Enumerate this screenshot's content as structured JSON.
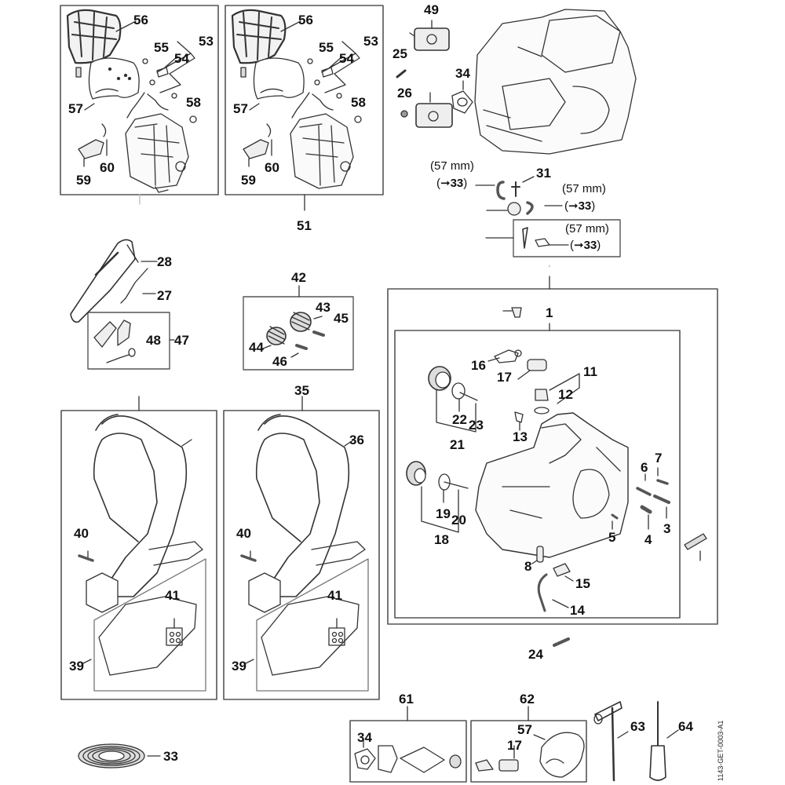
{
  "diagram": {
    "type": "exploded-parts-diagram",
    "reference_code": "1143-GET-0003-A1",
    "groups": [
      {
        "id": "air-filter-set-a",
        "labels": [
          "56",
          "55",
          "53",
          "54",
          "57",
          "58",
          "60",
          "59"
        ]
      },
      {
        "id": "air-filter-set-b",
        "group_label": "51",
        "labels": [
          "56",
          "55",
          "53",
          "54",
          "57",
          "58",
          "60",
          "59"
        ]
      },
      {
        "id": "carburetor",
        "labels": [
          "49",
          "25",
          "26",
          "34"
        ]
      },
      {
        "id": "fuel-lines",
        "labels": [
          "31"
        ]
      },
      {
        "id": "handle-cover",
        "labels": [
          "28",
          "27"
        ]
      },
      {
        "id": "lever-set",
        "group_label": "47",
        "labels": [
          "48"
        ]
      },
      {
        "id": "av-springs",
        "group_label": "42",
        "labels": [
          "43",
          "44",
          "45",
          "46"
        ]
      },
      {
        "id": "handlebar-a",
        "labels": [
          "40",
          "41",
          "39"
        ]
      },
      {
        "id": "handlebar-b",
        "group_label": "35",
        "labels": [
          "36",
          "40",
          "41",
          "39"
        ]
      },
      {
        "id": "crankcase",
        "group_label": "1",
        "labels": [
          "16",
          "17",
          "11",
          "12",
          "22",
          "23",
          "21",
          "13",
          "19",
          "20",
          "18",
          "6",
          "7",
          "3",
          "4",
          "5",
          "8",
          "15",
          "14"
        ]
      },
      {
        "id": "gasket-set",
        "group_label": "61",
        "labels": [
          "34"
        ]
      },
      {
        "id": "service-kit",
        "group_label": "62",
        "labels": [
          "57",
          "17"
        ]
      },
      {
        "id": "tools",
        "labels": [
          "63",
          "64"
        ]
      },
      {
        "id": "misc",
        "labels": [
          "24",
          "33"
        ]
      }
    ]
  },
  "labels": {
    "p56a": "56",
    "p55a": "55",
    "p53a": "53",
    "p54a": "54",
    "p57a": "57",
    "p58a": "58",
    "p60a": "60",
    "p59a": "59",
    "p56b": "56",
    "p55b": "55",
    "p53b": "53",
    "p54b": "54",
    "p57b": "57",
    "p58b": "58",
    "p60b": "60",
    "p59b": "59",
    "p51": "51",
    "p49": "49",
    "p25": "25",
    "p26": "26",
    "p34": "34",
    "p31": "31",
    "p28": "28",
    "p27": "27",
    "p48": "48",
    "p47": "47",
    "p42": "42",
    "p43": "43",
    "p44": "44",
    "p45": "45",
    "p46": "46",
    "p35": "35",
    "p36": "36",
    "p40a": "40",
    "p41a": "41",
    "p39a": "39",
    "p40b": "40",
    "p41b": "41",
    "p39b": "39",
    "p1": "1",
    "p16": "16",
    "p17": "17",
    "p11": "11",
    "p12": "12",
    "p22": "22",
    "p23": "23",
    "p21": "21",
    "p13": "13",
    "p19": "19",
    "p20": "20",
    "p18": "18",
    "p6": "6",
    "p7": "7",
    "p3": "3",
    "p4": "4",
    "p5": "5",
    "p8": "8",
    "p15": "15",
    "p14": "14",
    "p24": "24",
    "p33": "33",
    "p61": "61",
    "p34b": "34",
    "p62": "62",
    "p57c": "57",
    "p17b": "17",
    "p63": "63",
    "p64": "64"
  },
  "notes": {
    "n1_len": "(57 mm)",
    "n1_ref": "33",
    "n2_len": "(57 mm)",
    "n2_ref": "33",
    "n3_len": "(57 mm)",
    "n3_ref": "33",
    "ref_arrow": "➞"
  }
}
